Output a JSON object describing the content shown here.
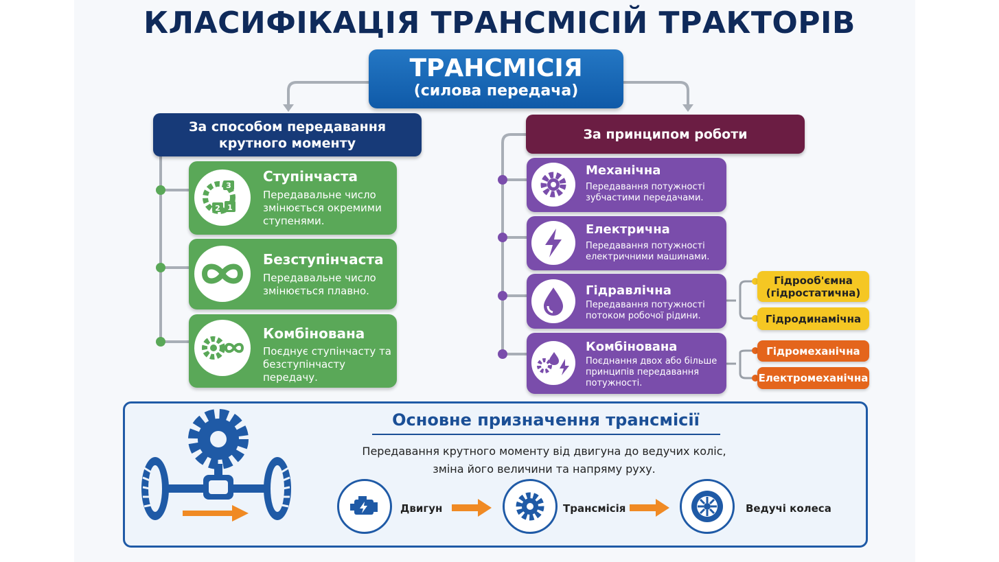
{
  "title": "КЛАСИФІКАЦІЯ ТРАНСМІСІЙ ТРАКТОРІВ",
  "root": {
    "line1": "ТРАНСМІСІЯ",
    "line2": "(силова передача)"
  },
  "left": {
    "header_line1": "За способом передавання",
    "header_line2": "крутного моменту",
    "items": [
      {
        "title": "Ступінчаста",
        "desc": "Передавальне число змінюється окремими ступенями.",
        "icon": "gear-steps-icon",
        "badges": [
          "3",
          "2",
          "1"
        ]
      },
      {
        "title": "Безступінчаста",
        "desc": "Передавальне число змінюється плавно.",
        "icon": "infinity-icon"
      },
      {
        "title": "Комбінована",
        "desc": "Поєднує ступінчасту та безступінчасту передачу.",
        "icon": "gear-infinity-icon"
      }
    ]
  },
  "right": {
    "header": "За принципом роботи",
    "items": [
      {
        "title": "Механічна",
        "desc": "Передавання потужності зубчастими передачами.",
        "icon": "gear-icon"
      },
      {
        "title": "Електрична",
        "desc": "Передавання потужності електричними машинами.",
        "icon": "lightning-icon"
      },
      {
        "title": "Гідравлічна",
        "desc": "Передавання потужності потоком робочої рідини.",
        "icon": "drop-icon"
      },
      {
        "title": "Комбінована",
        "desc": "Поєднання двох або більше принципів передавання потужності.",
        "icon": "gear-drop-lightning-icon"
      }
    ],
    "hydraulic_subtypes": [
      "Гідрооб'ємна (гідростатична)",
      "Гідродинамічна"
    ],
    "combined_subtypes": [
      "Гідромеханічна",
      "Електромеханічна"
    ]
  },
  "purpose": {
    "title": "Основне призначення трансмісії",
    "desc_line1": "Передавання крутного моменту від двигуна до ведучих коліс,",
    "desc_line2": "зміна його величини та напряму руху.",
    "flow": [
      "Двигун",
      "Трансмісія",
      "Ведучі колеса"
    ]
  },
  "colors": {
    "navy": "#173a78",
    "blue": "#1f5aa6",
    "green": "#5aa858",
    "purple": "#7a4dab",
    "maroon": "#6b1d43",
    "yellow": "#f5c723",
    "orange": "#e4651c"
  }
}
